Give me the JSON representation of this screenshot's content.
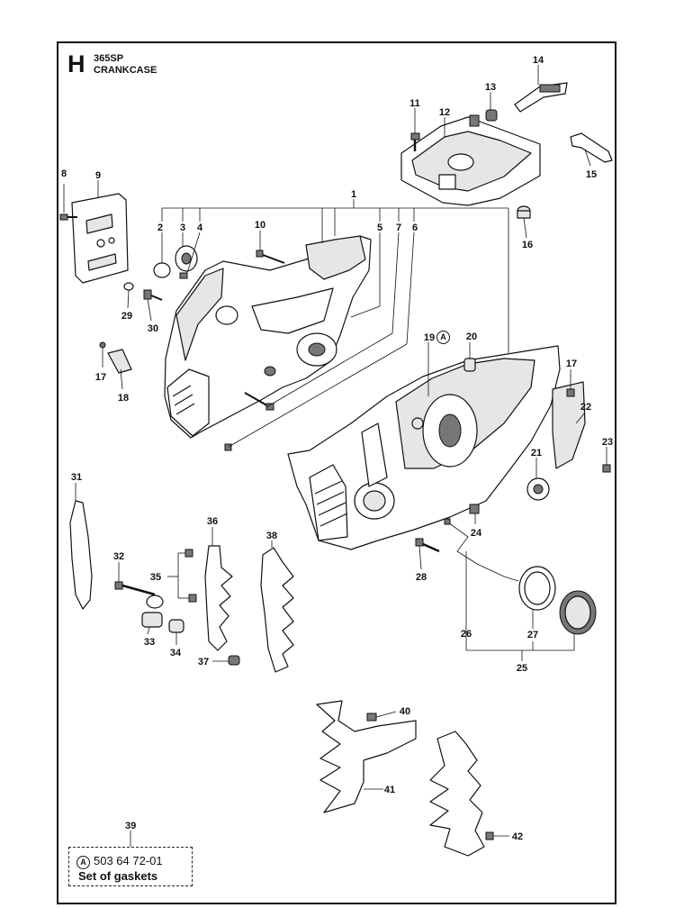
{
  "header": {
    "section_letter": "H",
    "model": "365SP",
    "section_name": "CRANKCASE"
  },
  "callouts": [
    {
      "id": "1",
      "label": "1"
    },
    {
      "id": "2",
      "label": "2"
    },
    {
      "id": "3",
      "label": "3"
    },
    {
      "id": "4",
      "label": "4"
    },
    {
      "id": "5",
      "label": "5"
    },
    {
      "id": "6",
      "label": "6"
    },
    {
      "id": "7",
      "label": "7"
    },
    {
      "id": "8",
      "label": "8"
    },
    {
      "id": "9",
      "label": "9"
    },
    {
      "id": "10",
      "label": "10"
    },
    {
      "id": "11",
      "label": "11"
    },
    {
      "id": "12",
      "label": "12"
    },
    {
      "id": "13",
      "label": "13"
    },
    {
      "id": "14",
      "label": "14"
    },
    {
      "id": "15",
      "label": "15"
    },
    {
      "id": "16",
      "label": "16"
    },
    {
      "id": "17a",
      "label": "17"
    },
    {
      "id": "17b",
      "label": "17"
    },
    {
      "id": "18",
      "label": "18"
    },
    {
      "id": "19",
      "label": "19"
    },
    {
      "id": "20",
      "label": "20"
    },
    {
      "id": "21",
      "label": "21"
    },
    {
      "id": "22",
      "label": "22"
    },
    {
      "id": "23",
      "label": "23"
    },
    {
      "id": "24",
      "label": "24"
    },
    {
      "id": "25",
      "label": "25"
    },
    {
      "id": "26",
      "label": "26"
    },
    {
      "id": "27",
      "label": "27"
    },
    {
      "id": "28",
      "label": "28"
    },
    {
      "id": "29",
      "label": "29"
    },
    {
      "id": "30",
      "label": "30"
    },
    {
      "id": "31",
      "label": "31"
    },
    {
      "id": "32",
      "label": "32"
    },
    {
      "id": "33",
      "label": "33"
    },
    {
      "id": "34",
      "label": "34"
    },
    {
      "id": "35",
      "label": "35"
    },
    {
      "id": "36",
      "label": "36"
    },
    {
      "id": "37",
      "label": "37"
    },
    {
      "id": "38",
      "label": "38"
    },
    {
      "id": "40",
      "label": "40"
    },
    {
      "id": "41",
      "label": "41"
    },
    {
      "id": "42",
      "label": "42"
    }
  ],
  "callout_a": "A",
  "kit": {
    "ref": "39",
    "circle": "A",
    "number": "503 64 72-01",
    "label": "Set of gaskets"
  }
}
